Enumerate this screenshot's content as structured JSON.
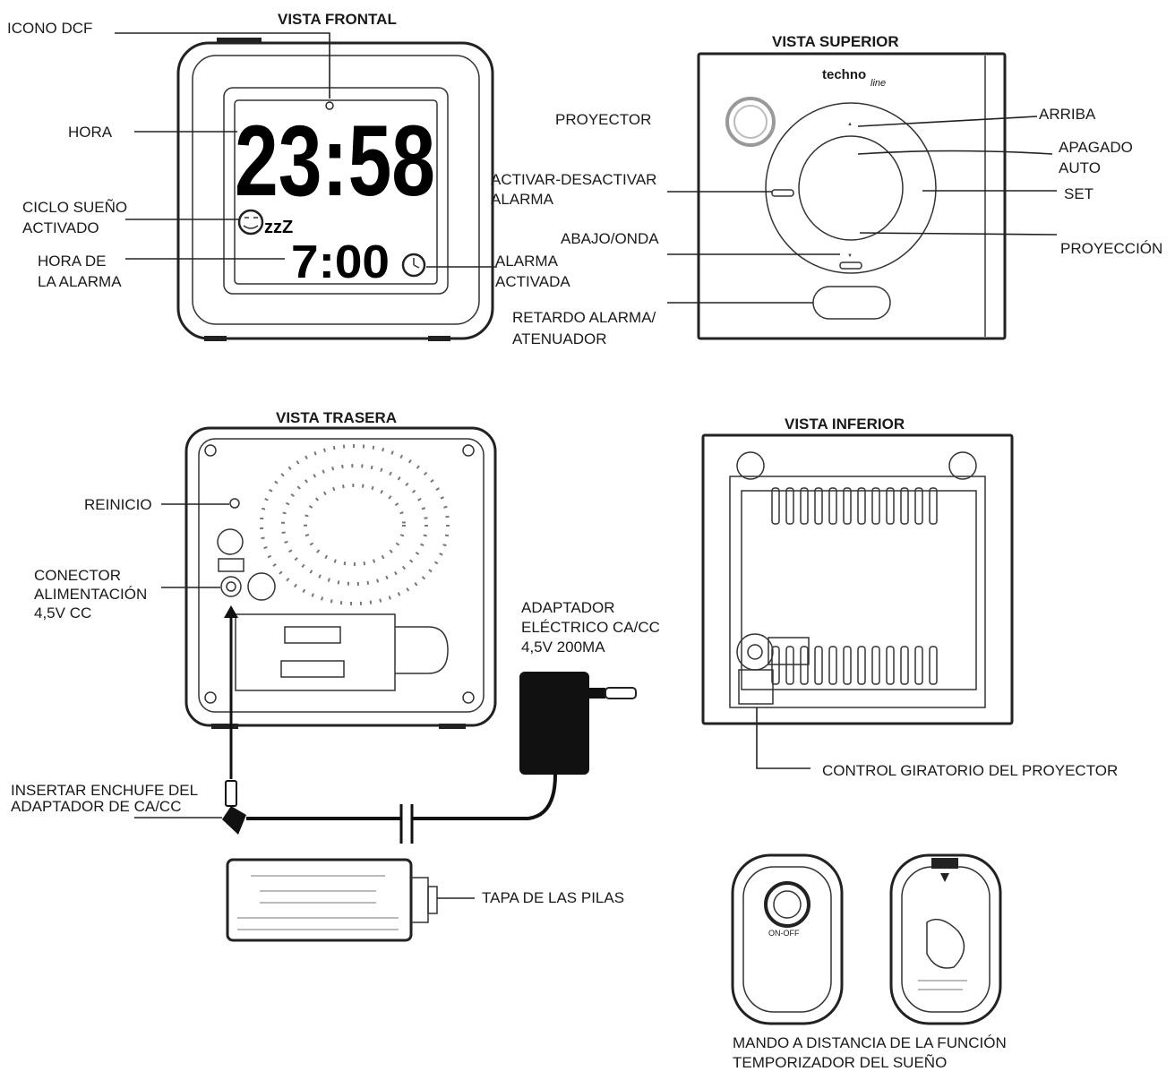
{
  "front": {
    "title": "VISTA FRONTAL",
    "labels": {
      "dcf": "ICONO DCF",
      "time": "HORA",
      "sleep_1": "CICLO SUEÑO",
      "sleep_2": "ACTIVADO",
      "alarm_time_1": "HORA DE",
      "alarm_time_2": "LA ALARMA",
      "alarm_onoff_1": "ACTIVAR-DESACTIVAR",
      "alarm_onoff_2": "ALARMA",
      "alarm_on_1": "ALARMA",
      "alarm_on_2": "ACTIVADA",
      "snooze_1": "RETARDO ALARMA/",
      "snooze_2": "ATENUADOR"
    },
    "display": {
      "time": "23:58",
      "alarm": "7:00",
      "zzz": "zzZ"
    }
  },
  "top": {
    "title": "VISTA SUPERIOR",
    "brand": "techno",
    "brand_sub": "line",
    "labels": {
      "projector": "PROYECTOR",
      "up": "ARRIBA",
      "auto_off_1": "APAGADO",
      "auto_off_2": "AUTO",
      "set": "SET",
      "down": "ABAJO/ONDA",
      "projection": "PROYECCIÓN"
    }
  },
  "back": {
    "title": "VISTA TRASERA",
    "labels": {
      "reset": "REINICIO",
      "power_1": "CONECTOR",
      "power_2": "ALIMENTACIÓN",
      "power_3": "4,5V CC",
      "adapter_1": "ADAPTADOR",
      "adapter_2": "ELÉCTRICO CA/CC",
      "adapter_3": "4,5V 200MA",
      "plug_1": "INSERTAR ENCHUFE DEL",
      "plug_2": "ADAPTADOR DE CA/CC",
      "battery_cover": "TAPA DE LAS PILAS"
    }
  },
  "bottom": {
    "title": "VISTA INFERIOR",
    "labels": {
      "rotary": "CONTROL GIRATORIO DEL PROYECTOR"
    }
  },
  "remote": {
    "button": "ON-OFF",
    "caption_1": "MANDO A DISTANCIA DE LA FUNCIÓN",
    "caption_2": "TEMPORIZADOR DEL SUEÑO"
  }
}
